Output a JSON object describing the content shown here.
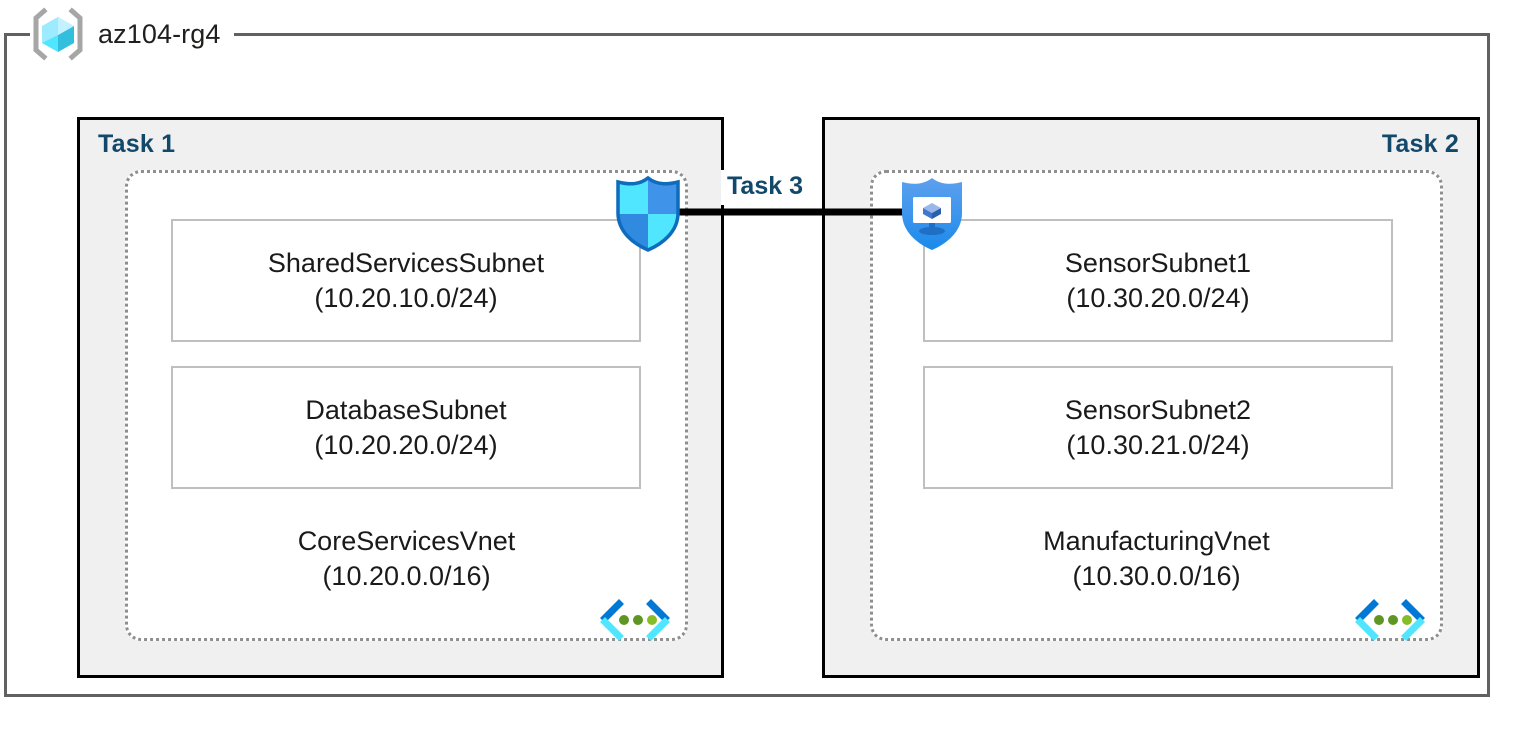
{
  "resource_group": {
    "icon": "resource-group-cube-icon",
    "name": "az104-rg4"
  },
  "tasks": [
    {
      "id": "task-1",
      "label": "Task 1"
    },
    {
      "id": "task-2",
      "label": "Task 2"
    },
    {
      "id": "task-3",
      "label": "Task 3"
    }
  ],
  "vnets": [
    {
      "id": "core-services-vnet",
      "name": "CoreServicesVnet",
      "cidr": "(10.20.0.0/16)",
      "icon": "virtual-network-icon",
      "task": "Task 1",
      "subnets": [
        {
          "name": "SharedServicesSubnet",
          "cidr": "(10.20.10.0/24)"
        },
        {
          "name": "DatabaseSubnet",
          "cidr": "(10.20.20.0/24)"
        }
      ]
    },
    {
      "id": "manufacturing-vnet",
      "name": "ManufacturingVnet",
      "cidr": "(10.30.0.0/16)",
      "icon": "virtual-network-icon",
      "task": "Task 2",
      "subnets": [
        {
          "name": "SensorSubnet1",
          "cidr": "(10.30.20.0/24)"
        },
        {
          "name": "SensorSubnet2",
          "cidr": "(10.30.21.0/24)"
        }
      ]
    }
  ],
  "icons": {
    "nsg_shield": "network-security-group-shield-icon",
    "peering_shield": "vnet-peering-shield-icon",
    "connection_arrow": "left-arrow-icon"
  },
  "colors": {
    "task_label": "#12496b",
    "panel_fill": "#f0f0f0",
    "panel_border": "#000000",
    "vnet_border": "#8f8f8f",
    "subnet_border": "#bfbfbf",
    "rg_border": "#616161",
    "azure_blue": "#0078d4",
    "azure_cyan": "#50e6ff",
    "vnet_dot_green": "#5e9624",
    "arrow": "#000000"
  }
}
